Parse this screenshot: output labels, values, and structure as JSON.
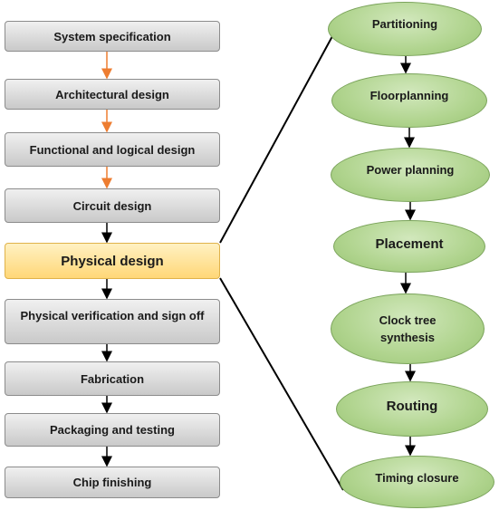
{
  "flow": {
    "steps": [
      "System specification",
      "Architectural design",
      "Functional and logical design",
      "Circuit design",
      "Physical design",
      "Physical verification and sign off",
      "Fabrication",
      "Packaging and testing",
      "Chip finishing"
    ],
    "highlighted_step": "Physical design"
  },
  "physical_design": {
    "steps": [
      "Partitioning",
      "Floorplanning",
      "Power planning",
      "Placement",
      "Clock tree\nsynthesis",
      "Routing",
      "Timing closure"
    ]
  },
  "colors": {
    "step_box": "#d9d9d9",
    "highlight_box": "#ffd777",
    "ellipse": "#b0d48e",
    "orange_arrow": "#ed7d31",
    "black_arrow": "#000000"
  }
}
